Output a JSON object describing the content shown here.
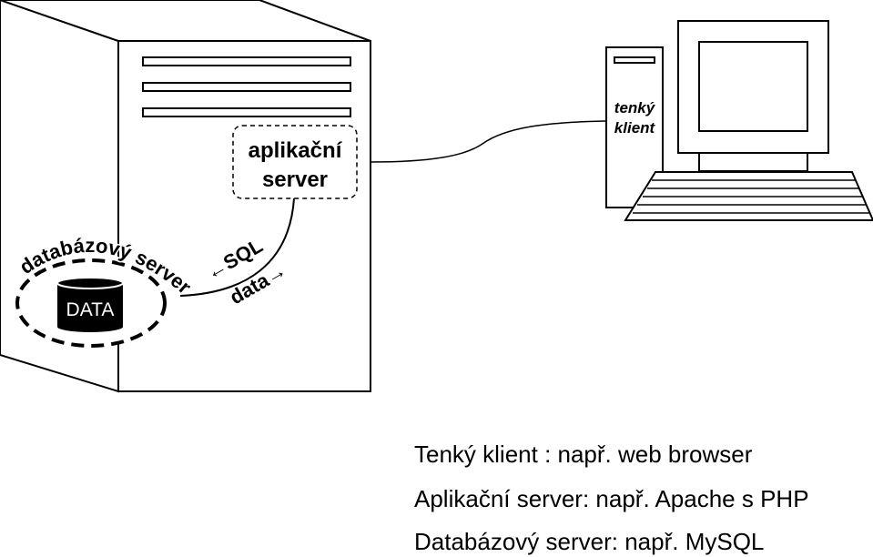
{
  "server": {
    "app_label_line1": "aplikační",
    "app_label_line2": "server",
    "db_label": "databázový server",
    "data_label": "DATA"
  },
  "arrows": {
    "sql": "←SQL",
    "data": "data→"
  },
  "client": {
    "label_line1": "tenký",
    "label_line2": "klient"
  },
  "legend": [
    "Tenký klient : např. web browser",
    "Aplikační server: např. Apache s PHP",
    "Databázový server: např. MySQL"
  ]
}
